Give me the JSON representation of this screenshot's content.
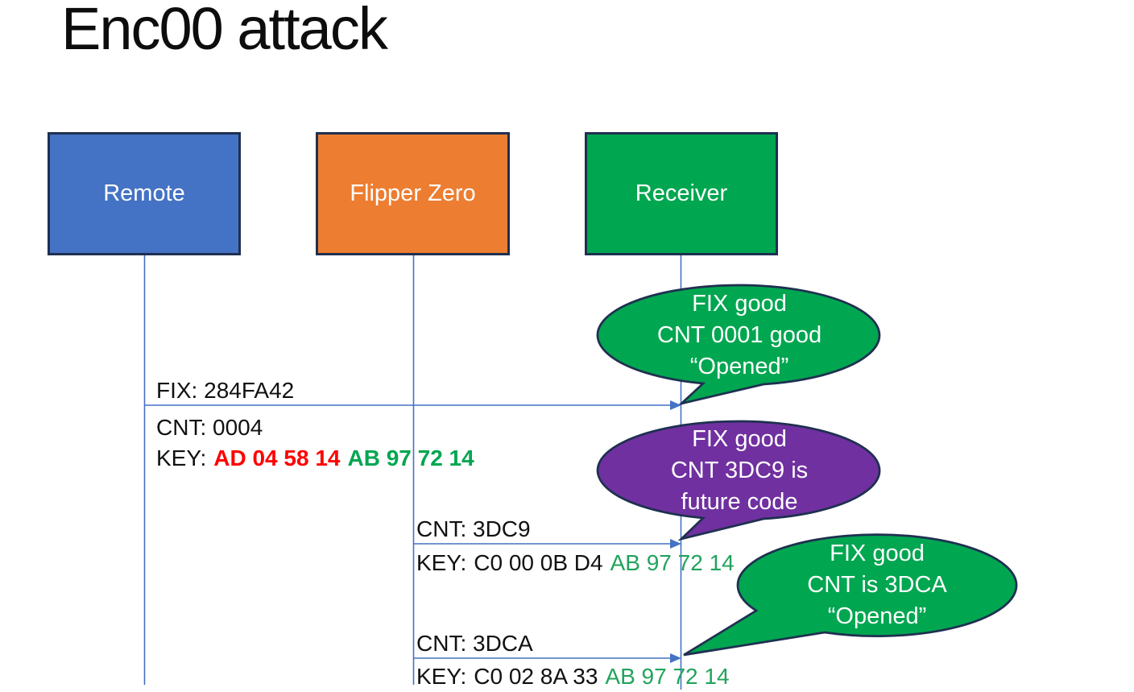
{
  "title": "Enc00 attack",
  "actors": {
    "remote": {
      "label": "Remote",
      "color": "#4472C4"
    },
    "flipper": {
      "label": "Flipper Zero",
      "color": "#ED7D31"
    },
    "receiver": {
      "label": "Receiver",
      "color": "#00A650"
    }
  },
  "messages": {
    "m1": {
      "from": "Remote",
      "to": "Receiver",
      "fix": "FIX: 284FA42",
      "cnt": "CNT: 0004",
      "key_label": "KEY:",
      "key_changed": "AD 04 58 14",
      "key_fixed": "AB 97 72 14"
    },
    "m2": {
      "from": "Flipper Zero",
      "to": "Receiver",
      "cnt": "CNT: 3DC9",
      "key_label": "KEY:",
      "key_changed": "C0 00 0B D4",
      "key_fixed": "AB 97 72 14"
    },
    "m3": {
      "from": "Flipper Zero",
      "to": "Receiver",
      "cnt": "CNT: 3DCA",
      "key_label": "KEY:",
      "key_changed": "C0 02 8A 33",
      "key_fixed": "AB 97 72 14"
    }
  },
  "bubbles": {
    "b1": {
      "color": "#00A650",
      "line1": "FIX good",
      "line2": "CNT 0001 good",
      "line3": "“Opened”"
    },
    "b2": {
      "color": "#7030A0",
      "line1": "FIX good",
      "line2": "CNT 3DC9 is",
      "line3": "future code"
    },
    "b3": {
      "color": "#00A650",
      "line1": "FIX good",
      "line2": "CNT is 3DCA",
      "line3": "“Opened”"
    }
  },
  "colors": {
    "outline_navy": "#1F3050",
    "connector_blue": "#4472C4",
    "key_changed_red": "#FF0000",
    "key_fixed_green": "#00A650",
    "bubble_green": "#00A650",
    "bubble_purple": "#7030A0"
  }
}
